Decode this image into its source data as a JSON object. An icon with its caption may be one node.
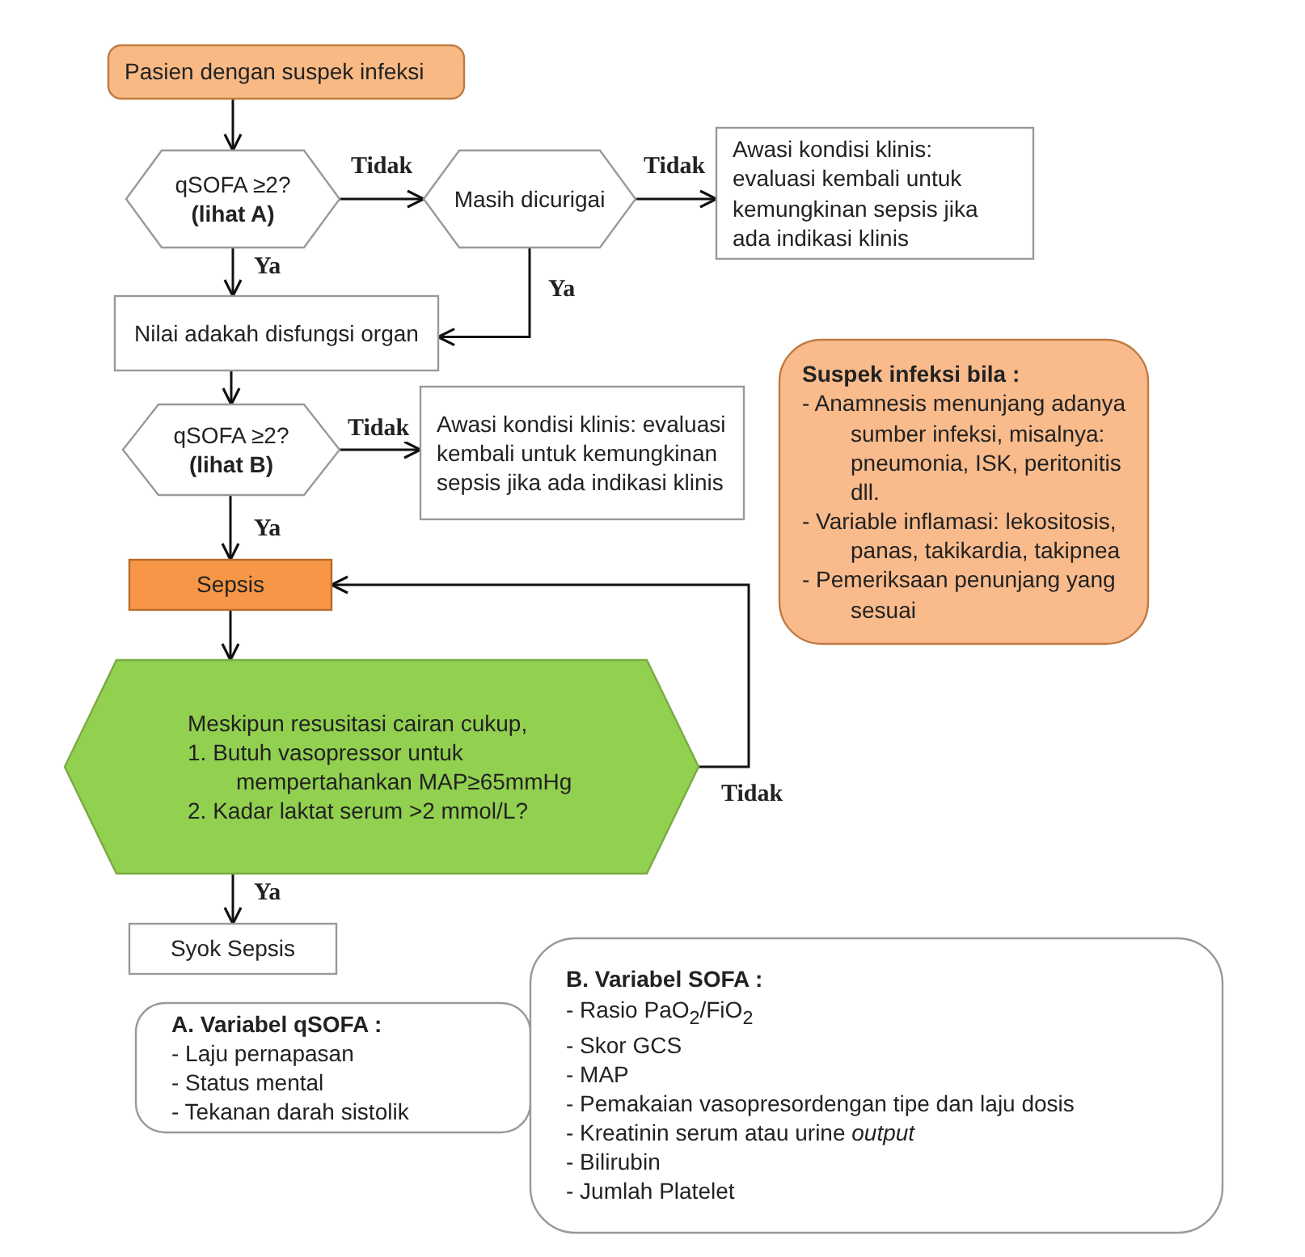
{
  "diagram": {
    "nodes": [
      {
        "text": [
          "Pasien dengan suspek infeksi"
        ]
      },
      {
        "text": [
          "qSOFA ≥2?",
          "(lihat A)"
        ]
      },
      {
        "text": [
          "Masih dicurigai"
        ]
      },
      {
        "text": [
          "Awasi kondisi klinis: evaluasi kembali untuk kemungkinan sepsis jika ada indikasi klinis"
        ]
      },
      {
        "text": [
          "Nilai adakah disfungsi organ"
        ]
      },
      {
        "text": [
          "qSOFA ≥2?",
          "(lihat B)"
        ]
      },
      {
        "text": [
          "Awasi kondisi klinis: evaluasi kembali untuk kemungkinan sepsis jika ada indikasi klinis"
        ]
      },
      {
        "text": [
          "Sepsis"
        ]
      },
      {
        "text": [
          "Meskipun resusitasi cairan cukup,",
          "1. Butuh vasopressor untuk mempertahankan MAP≥65mmHg",
          "2. Kadar laktat serum >2 mmol/L?"
        ]
      },
      {
        "text": [
          "Syok Sepsis"
        ]
      },
      {
        "text": [
          "Suspek infeksi bila :",
          "- Anamnesis menunjang adanya sumber infeksi, misalnya: pneumonia, ISK, peritonitis dll.",
          "- Variable inflamasi: lekositosis, panas, takikardia, takipnea",
          "- Pemeriksaan penunjang yang sesuai"
        ]
      },
      {
        "text": [
          "A. Variabel qSOFA :",
          "- Laju pernapasan",
          "- Status mental",
          "- Tekanan darah sistolik"
        ]
      },
      {
        "text": [
          "B. Variabel SOFA :",
          "- Rasio PaO$_{2}$/FiO$_{2}$",
          "- Skor GCS",
          "- MAP",
          "- Pemakaian vasopresordengan tipe dan laju dosis",
          "- Kreatinin serum atau urine *output*",
          "- Bilirubin",
          "- Jumlah Platelet"
        ]
      }
    ],
    "edges": [
      {
        "from": 0,
        "to": 1,
        "arrow": "to"
      },
      {
        "from": 1,
        "to": 2,
        "arrow": "to",
        "label": "Tidak"
      },
      {
        "from": 2,
        "to": 3,
        "arrow": "to",
        "label": "Tidak"
      },
      {
        "from": 1,
        "to": 4,
        "arrow": "to",
        "label": "Ya"
      },
      {
        "from": 2,
        "to": 4,
        "arrow": "to",
        "label": "Ya"
      },
      {
        "from": 4,
        "to": 5,
        "arrow": "to"
      },
      {
        "from": 5,
        "to": 6,
        "arrow": "to",
        "label": "Tidak"
      },
      {
        "from": 5,
        "to": 7,
        "arrow": "to",
        "label": "Ya"
      },
      {
        "from": 7,
        "to": 8,
        "arrow": "to"
      },
      {
        "from": 8,
        "to": 7,
        "arrow": "to",
        "label": "Tidak"
      },
      {
        "from": 8,
        "to": 9,
        "arrow": "to",
        "label": "Ya"
      }
    ]
  }
}
